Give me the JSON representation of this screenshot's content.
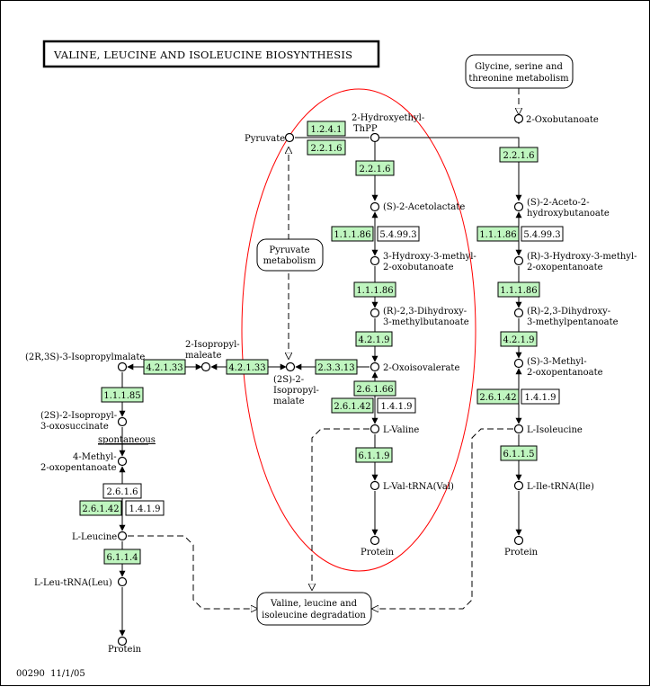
{
  "title": "VALINE, LEUCINE AND ISOLEUCINE BIOSYNTHESIS",
  "footer": "00290  11/1/05",
  "maps": {
    "glycine_line1": "Glycine, serine and",
    "glycine_line2": "threonine metabolism",
    "pyruvate_line1": "Pyruvate",
    "pyruvate_line2": "metabolism",
    "degradation_line1": "Valine, leucine and",
    "degradation_line2": "isoleucine degradation"
  },
  "compounds": {
    "pyruvate": "Pyruvate",
    "hydroxyethyl_line1": "2-Hydroxyethyl-",
    "hydroxyethyl_line2": "ThPP",
    "acetolactate": "(S)-2-Acetolactate",
    "hydroxy3methyl_line1": "3-Hydroxy-3-methyl-",
    "hydroxy3methyl_line2": "2-oxobutanoate",
    "dihydroxy_line1": "(R)-2,3-Dihydroxy-",
    "dihydroxy_line2": "3-methylbutanoate",
    "oxoisovalerate": "2-Oxoisovalerate",
    "lvaline": "L-Valine",
    "lvaltrna": "L-Val-tRNA(Val)",
    "protein": "Protein",
    "oxobutanoate": "2-Oxobutanoate",
    "acetohydroxy_line1": "(S)-2-Aceto-2-",
    "acetohydroxy_line2": "hydroxybutanoate",
    "r3hydroxy_line1": "(R)-3-Hydroxy-3-methyl-",
    "r3hydroxy_line2": "2-oxopentanoate",
    "r23dihydroxy_line1": "(R)-2,3-Dihydroxy-",
    "r23dihydroxy_line2": "3-methylpentanoate",
    "s3methyl_line1": "(S)-3-Methyl-",
    "s3methyl_line2": "2-oxopentanoate",
    "lisoleucine": "L-Isoleucine",
    "lieutrna": "L-Ile-tRNA(Ile)",
    "isopropylmalate_line1": "(2S)-2-",
    "isopropylmalate_line2": "Isopropyl-",
    "isopropylmalate_line3": "malate",
    "isopropylmaleate_line1": "2-Isopropyl-",
    "isopropylmaleate_line2": "maleate",
    "r2s3_isopropylmalate": "(2R,3S)-3-Isopropylmalate",
    "oxosuccinate_line1": "(2S)-2-Isopropyl-",
    "oxosuccinate_line2": "3-oxosuccinate",
    "spontaneous": "spontaneous",
    "methyloxo_line1": "4-Methyl-",
    "methyloxo_line2": "2-oxopentanoate",
    "lleucine": "L-Leucine",
    "lleutrna": "L-Leu-tRNA(Leu)"
  },
  "enzymes": {
    "e1241": "1.2.4.1",
    "e2216a": "2.2.1.6",
    "e2216b": "2.2.1.6",
    "e11186a": "1.1.1.86",
    "e54993a": "5.4.99.3",
    "e11186b": "1.1.1.86",
    "e4219a": "4.2.1.9",
    "e23313": "2.3.3.13",
    "e26166": "2.6.1.66",
    "e26142a": "2.6.1.42",
    "e1419a": "1.4.1.9",
    "e6119": "6.1.1.9",
    "e2216c": "2.2.1.6",
    "e11186c": "1.1.1.86",
    "e54993b": "5.4.99.3",
    "e11186d": "1.1.1.86",
    "e4219b": "4.2.1.9",
    "e26142b": "2.6.1.42",
    "e1419b": "1.4.1.9",
    "e6115": "6.1.1.5",
    "e42133a": "4.2.1.33",
    "e42133b": "4.2.1.33",
    "e11185": "1.1.1.85",
    "e2616": "2.6.1.6",
    "e26142c": "2.6.1.42",
    "e1419c": "1.4.1.9",
    "e6114": "6.1.1.4"
  },
  "colors": {
    "enzyme_fill": "#bff5bf",
    "highlight_ellipse": "#ff0000"
  }
}
